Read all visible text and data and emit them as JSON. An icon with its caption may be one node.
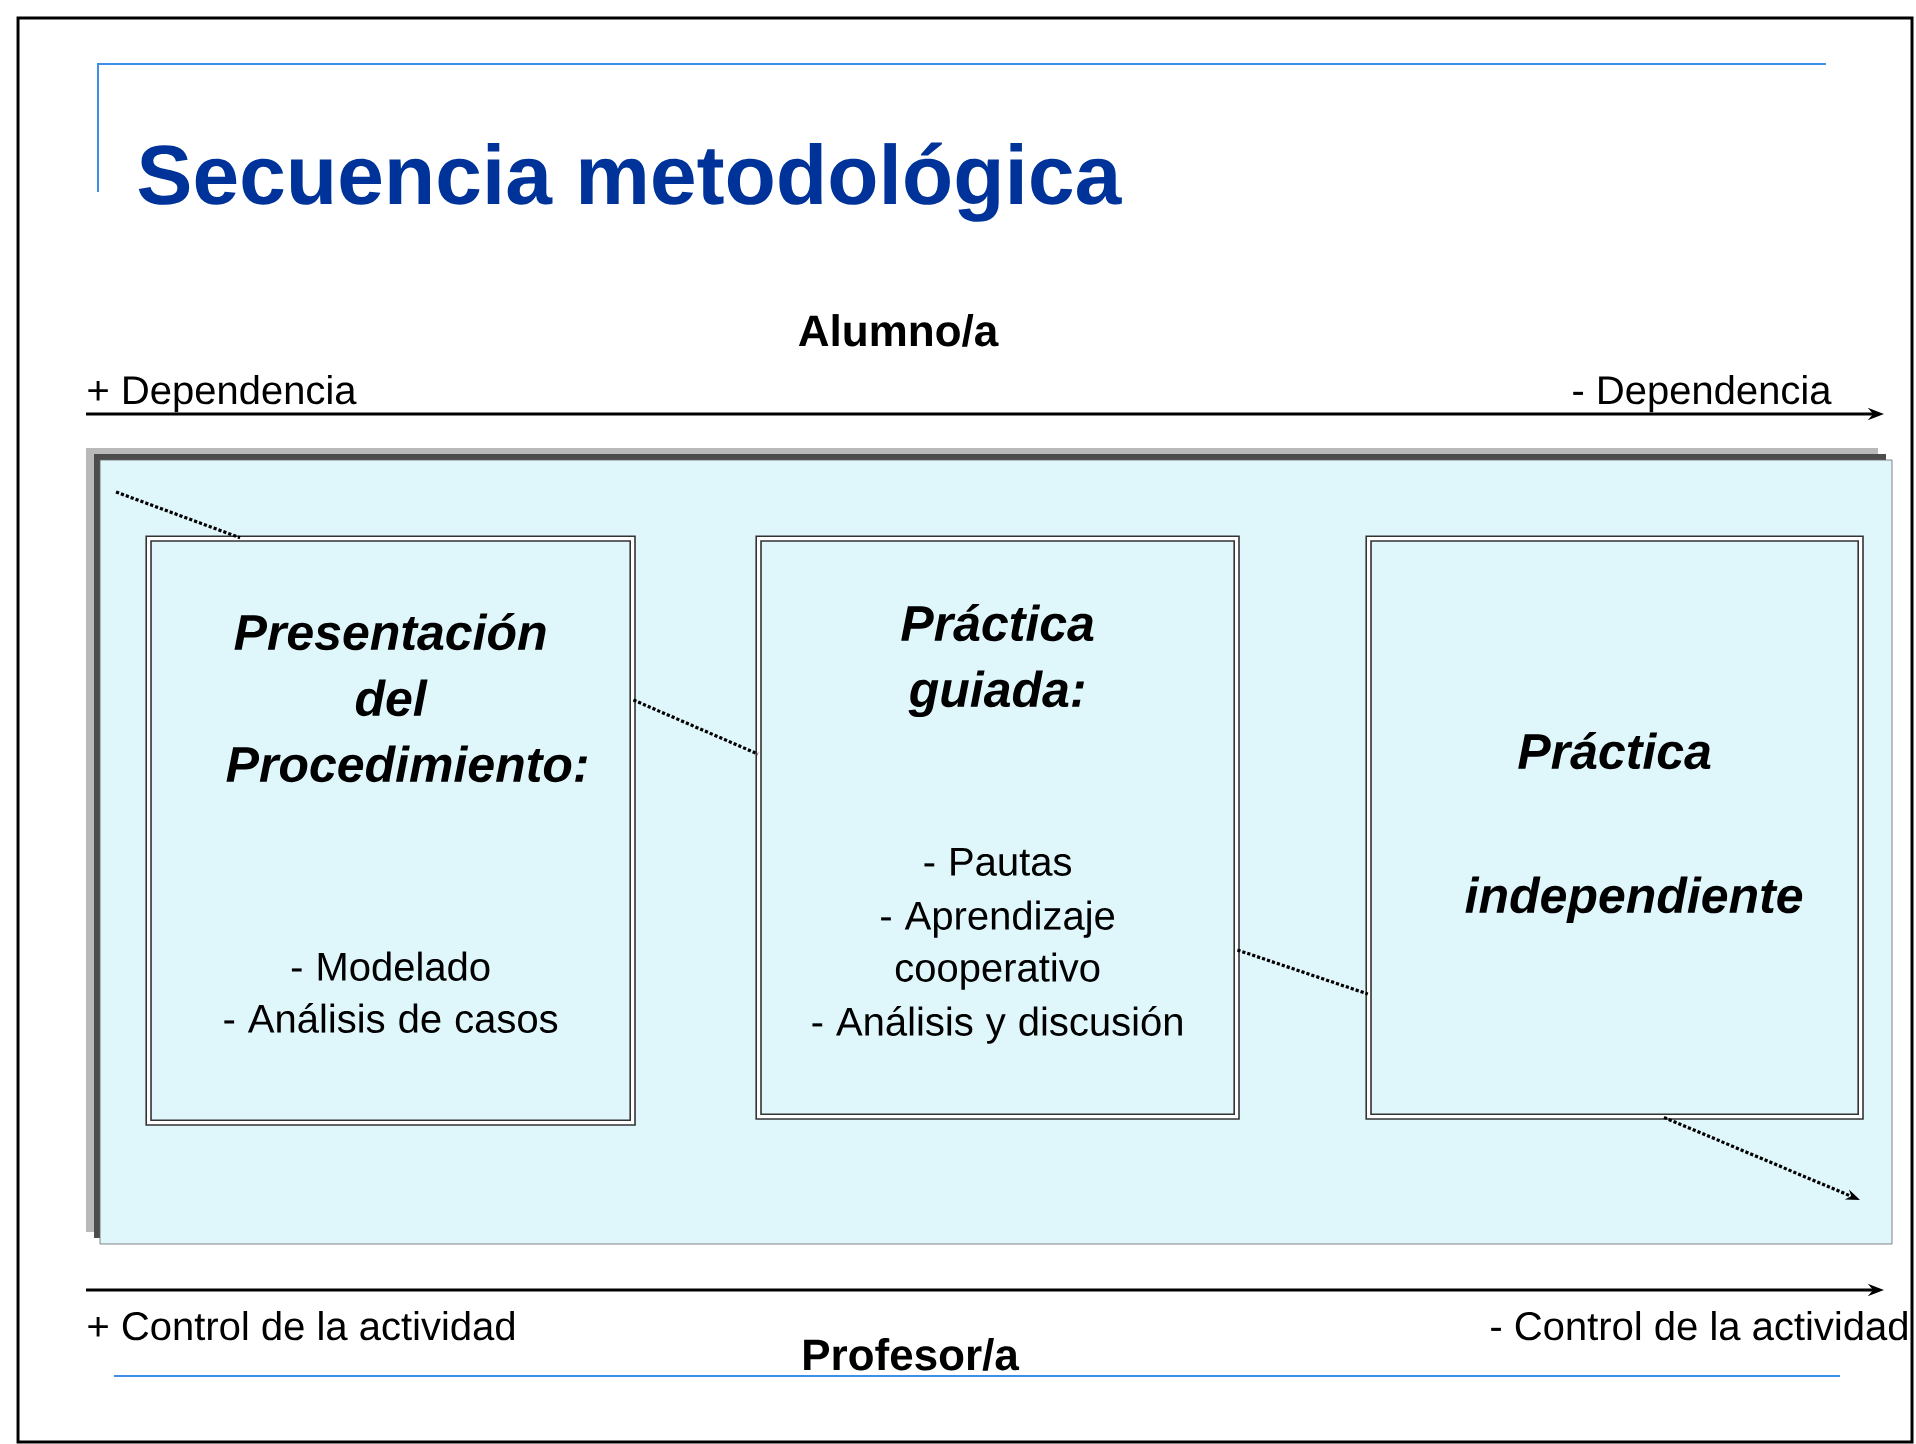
{
  "diagram": {
    "title": "Secuencia metodológica",
    "nodes": [
      {
        "text": [],
        "shape": "box"
      },
      {
        "text": [
          "Presentación del Procedimiento:",
          "- Modelado",
          "- Análisis de casos"
        ],
        "in": 0
      },
      {
        "text": [
          "Práctica guiada:",
          "- Pautas",
          "- Aprendizaje cooperativo",
          "- Análisis y discusión"
        ],
        "in": 0
      },
      {
        "text": [
          "Práctica independiente"
        ],
        "in": 0
      }
    ],
    "edges": [
      {
        "from": null,
        "to": 1,
        "arrow": "none",
        "style": "dashed"
      },
      {
        "from": 1,
        "to": 2,
        "arrow": "none",
        "style": "dashed"
      },
      {
        "from": 2,
        "to": 3,
        "arrow": "none",
        "style": "dashed"
      },
      {
        "from": 3,
        "to": null,
        "arrow": "to",
        "style": "dashed"
      }
    ],
    "labels": [
      "Alumno/a",
      "+ Dependencia",
      "- Dependencia",
      "+ Control de la actividad",
      "- Control de la actividad",
      "Profesor/a"
    ]
  }
}
